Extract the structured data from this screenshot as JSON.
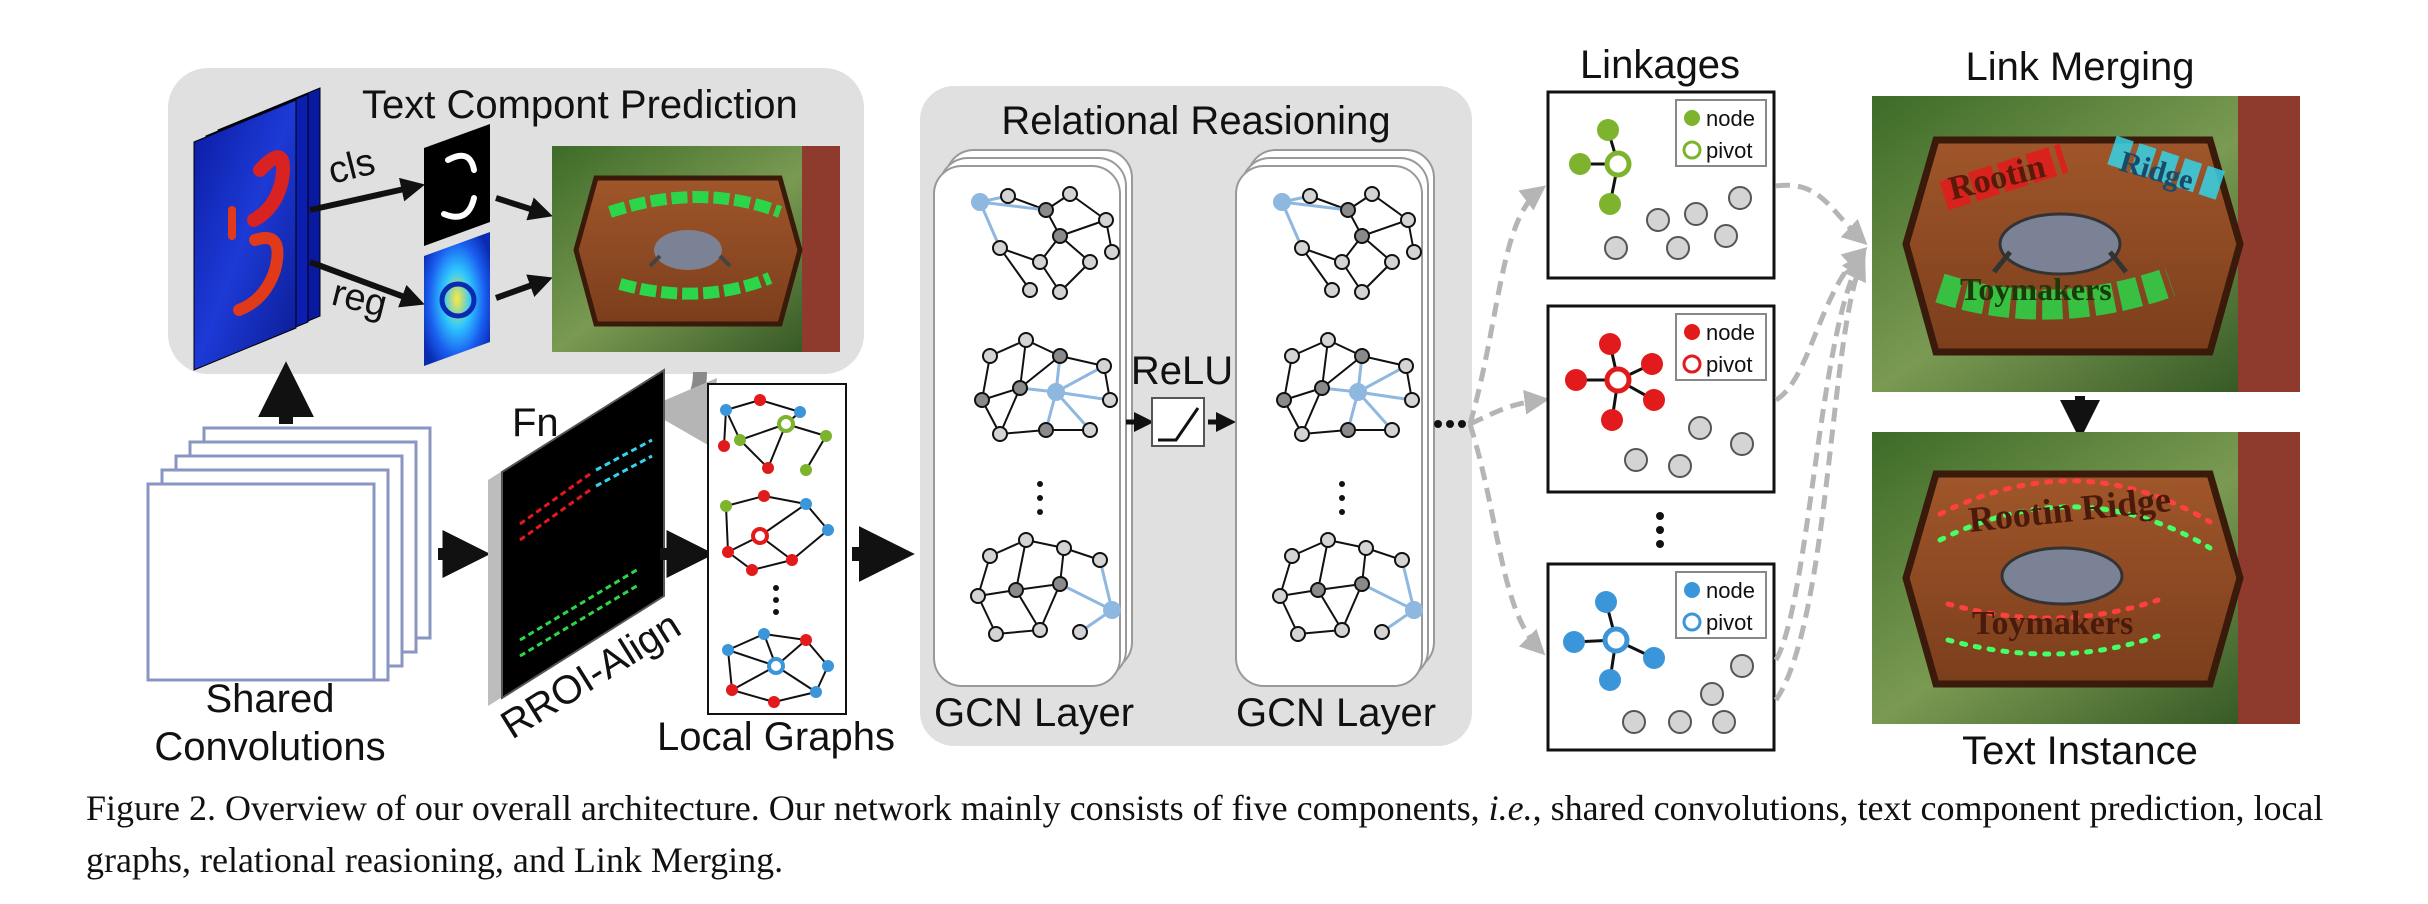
{
  "labels": {
    "text_component_prediction": "Text Compont Prediction",
    "cls": "cls",
    "reg": "reg",
    "shared_line1": "Shared",
    "shared_line2": "Convolutions",
    "fn": "Fn",
    "rroi_align": "RROI-Align",
    "local_graphs": "Local Graphs",
    "relational_reasoning": "Relational Reasioning",
    "relu": "ReLU",
    "gcn_layer_1": "GCN Layer",
    "gcn_layer_2": "GCN Layer",
    "linkages": "Linkages",
    "link_merging": "Link Merging",
    "text_instance": "Text Instance",
    "sign_top": "Rootin",
    "sign_top_right": "Ridge",
    "sign_bottom": "Toymakers",
    "sign_top_final": "Rootin Ridge",
    "sign_bottom_final": "Toymakers"
  },
  "legends": [
    {
      "node": "node",
      "pivot": "pivot",
      "color": "#7db32d"
    },
    {
      "node": "node",
      "pivot": "pivot",
      "color": "#e31a1c"
    },
    {
      "node": "node",
      "pivot": "pivot",
      "color": "#3a96d8"
    }
  ],
  "caption": {
    "prefix": "Figure 2. Overview of our overall architecture. Our network mainly consists of five components, ",
    "italic": "i.e.",
    "suffix": ", shared convolutions, text component prediction, local graphs, relational reasioning, and Link Merging."
  },
  "colors": {
    "panel_gray": "#e0e0e0",
    "node_gray": "#d4d4d4",
    "edge_blue": "#8fb8e0",
    "arrow_gray": "#b5b5b5",
    "green": "#7db32d",
    "red": "#e31a1c",
    "blue": "#3a96d8"
  }
}
